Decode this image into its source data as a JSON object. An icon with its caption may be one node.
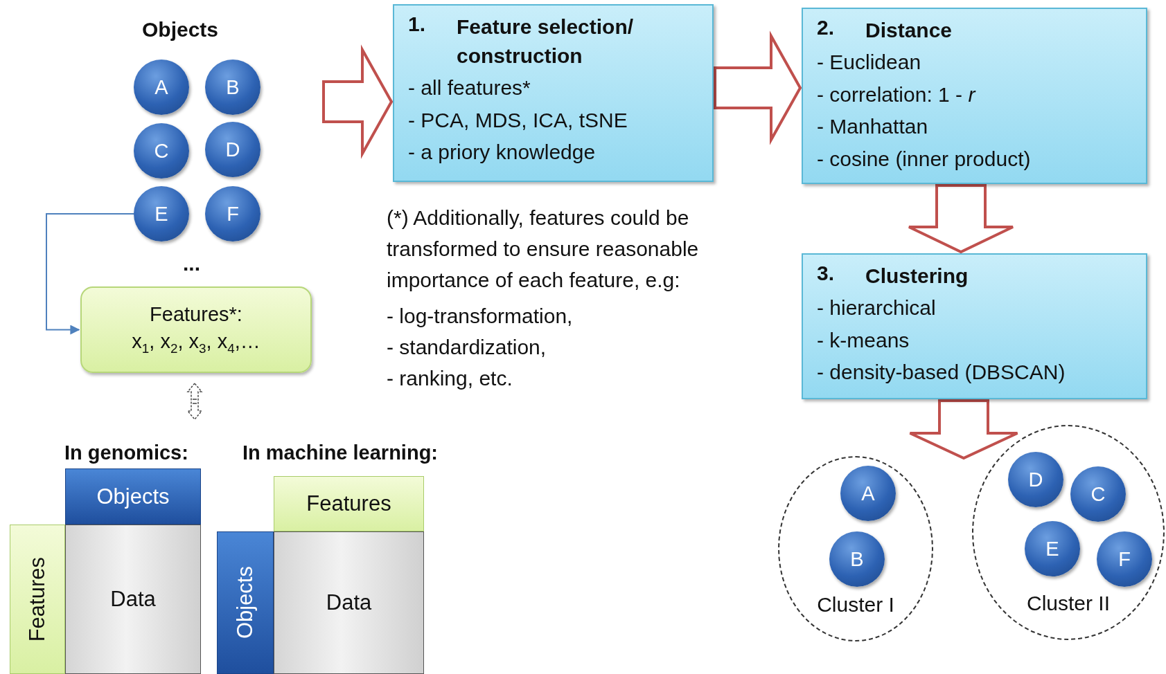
{
  "diagram": {
    "nodes": [
      {
        "text": [
          "A"
        ]
      },
      {
        "text": [
          "B"
        ]
      },
      {
        "text": [
          "C"
        ]
      },
      {
        "text": [
          "D"
        ]
      },
      {
        "text": [
          "E"
        ]
      },
      {
        "text": [
          "F"
        ]
      },
      {
        "text": [
          "Features*:",
          "x$_{1}$, x$_{2}$, x$_{3}$, x$_{4}$,…"
        ]
      },
      {
        "text": [
          "1.",
          "Feature selection/ construction",
          "- all features*",
          "- PCA, MDS, ICA, tSNE",
          "- a priory knowledge"
        ]
      },
      {
        "text": [
          "2.",
          "Distance",
          "- Euclidean",
          "- correlation: 1 - *r*",
          "- Manhattan",
          "- cosine (inner product)"
        ]
      },
      {
        "text": [
          "3.",
          "Clustering",
          "- hierarchical",
          "- k-means",
          "- density-based (DBSCAN)"
        ]
      },
      {
        "text": [
          "Cluster I"
        ]
      },
      {
        "text": [
          "A"
        ],
        "in": 10
      },
      {
        "text": [
          "B"
        ],
        "in": 10
      },
      {
        "text": [
          "Cluster II"
        ]
      },
      {
        "text": [
          "D"
        ],
        "in": 13
      },
      {
        "text": [
          "C"
        ],
        "in": 13
      },
      {
        "text": [
          "E"
        ],
        "in": 13
      },
      {
        "text": [
          "F"
        ],
        "in": 13
      },
      {
        "text": [
          "Objects"
        ]
      },
      {
        "text": [
          "Features"
        ]
      },
      {
        "text": [
          "Data"
        ]
      },
      {
        "text": [
          "Features"
        ]
      },
      {
        "text": [
          "Objects"
        ]
      },
      {
        "text": [
          "Data"
        ]
      }
    ],
    "edges": [
      {
        "from": 4,
        "to": 6,
        "arrow": "to",
        "color": "#4f81bd"
      },
      {
        "from": null,
        "to": 7,
        "arrow": "to",
        "style": "thick"
      },
      {
        "from": 7,
        "to": 8,
        "arrow": "to",
        "style": "thick"
      },
      {
        "from": 8,
        "to": 9,
        "arrow": "to",
        "style": "thick"
      },
      {
        "from": 9,
        "to": null,
        "arrow": "to",
        "style": "thick"
      }
    ],
    "labels": [
      "Objects",
      "...",
      "(*) Additionally, features could be transformed to ensure reasonable importance of each feature, e.g:",
      "- log-transformation,",
      "- standardization,",
      "- ranking, etc.",
      "In genomics:",
      "In machine learning:"
    ]
  }
}
